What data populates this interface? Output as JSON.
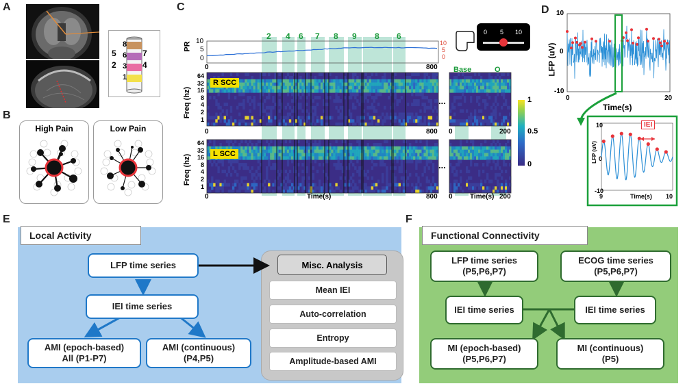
{
  "panels": {
    "a": "A",
    "b": "B",
    "c": "C",
    "d": "D",
    "e": "E",
    "f": "F"
  },
  "panel_a": {
    "contact_labels": {
      "c8": "8",
      "c6": "6",
      "c3": "3",
      "c1": "1",
      "left_top": "5",
      "left_bottom": "2",
      "right_top": "7",
      "right_bottom": "4"
    }
  },
  "panel_b": {
    "high_pain": "High Pain",
    "low_pain": "Low Pain"
  },
  "panel_c": {
    "pr_label": "PR",
    "pr_ticks": [
      "10",
      "5",
      "0"
    ],
    "pr_right_ticks": [
      "10",
      "5",
      "0"
    ],
    "pr_x_end": "800",
    "pr_x_start": "0",
    "pain_numbers": [
      "2",
      "4",
      "6",
      "7",
      "8",
      "9",
      "8",
      "6"
    ],
    "slider_ticks": [
      "0",
      "5",
      "10"
    ],
    "slider_value": 0.5,
    "r_label": "R SCC",
    "l_label": "L SCC",
    "freq_label": "Freq (hz)",
    "freq_ticks": [
      "64",
      "32",
      "16",
      "8",
      "4",
      "2",
      "1"
    ],
    "x_start": "0",
    "x_end": "800",
    "x_label": "Time(s)",
    "base_label": "Base",
    "o_label": "O",
    "right_x_start": "0",
    "right_x_end": "200",
    "right_x_label": "Time(s)",
    "ellipsis": "...",
    "colorbar_ticks": [
      "1",
      "0.5",
      "0"
    ]
  },
  "panel_d": {
    "ylabel": "LFP (uV)",
    "yticks": [
      "10",
      "0",
      "-10"
    ],
    "xticks": [
      "0",
      "20"
    ],
    "xlabel": "Time(s)",
    "inset_ylabel": "LFP (uV)",
    "inset_yticks": [
      "10",
      "0",
      "-10"
    ],
    "inset_xticks": [
      "9",
      "10"
    ],
    "inset_xlabel": "Time(s)",
    "iei_label": "IEI"
  },
  "panel_e": {
    "header": "Local Activity",
    "lfp": "LFP time series",
    "iei": "IEI time series",
    "ami_epoch_line1": "AMI (epoch-based)",
    "ami_epoch_line2": "All (P1-P7)",
    "ami_cont_line1": "AMI (continuous)",
    "ami_cont_line2": "(P4,P5)",
    "misc_title": "Misc. Analysis",
    "misc_items": [
      "Mean IEI",
      "Auto-correlation",
      "Entropy",
      "Amplitude-based AMI"
    ]
  },
  "panel_f": {
    "header": "Functional Connectivity",
    "lfp_line1": "LFP time series",
    "lfp_line2": "(P5,P6,P7)",
    "ecog_line1": "ECOG time series",
    "ecog_line2": "(P5,P6,P7)",
    "iei_left": "IEI time series",
    "iei_right": "IEI time series",
    "mi_epoch_line1": "MI (epoch-based)",
    "mi_epoch_line2": "(P5,P6,P7)",
    "mi_cont_line1": "MI (continuous)",
    "mi_cont_line2": "(P5)"
  },
  "colors": {
    "blue_panel": "#a9cdee",
    "green_panel": "#93cc7a",
    "blue_border": "#1f78c8",
    "green_border": "#2f6b2f",
    "highlight": "#a8dccb",
    "red_dot": "#e8343a",
    "trace": "#2b8fd6"
  }
}
